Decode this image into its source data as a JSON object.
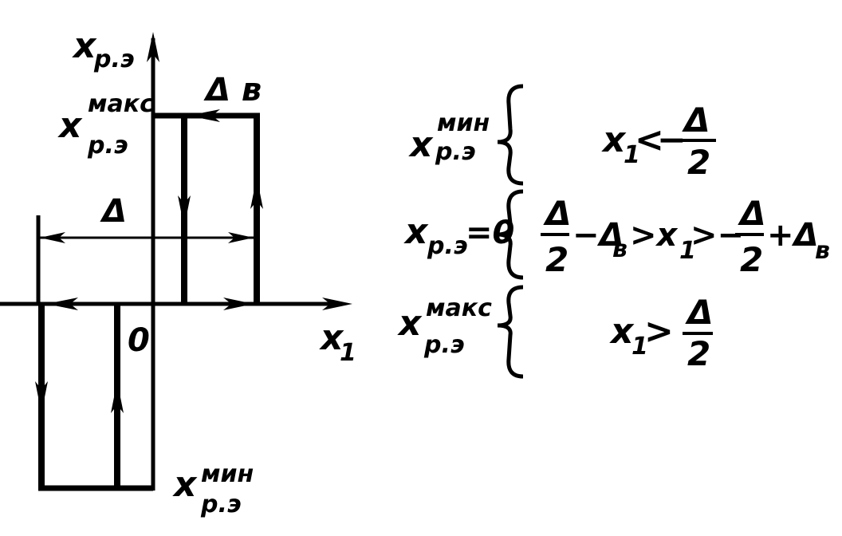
{
  "colors": {
    "ink": "#000000",
    "paper": "#ffffff"
  },
  "labels": {
    "y_axis": {
      "base": "x",
      "sub": "р.э"
    },
    "x_axis": {
      "base": "x",
      "sub": "1"
    },
    "origin": "0",
    "delta": "Δ",
    "delta_b": "Δ в",
    "xmax_left": {
      "base": "x",
      "sup": "макс",
      "sub": "р.э"
    },
    "xmin_bottom": {
      "base": "x",
      "sup": "мин",
      "sub": "р.э"
    }
  },
  "conditions": [
    {
      "lhs": {
        "base": "x",
        "sup": "мин",
        "sub": "р.э"
      },
      "rhs": "x₁ < −Δ/2"
    },
    {
      "lhs": "xр.э = 0",
      "rhs": "Δ/2 − Δв > x₁ > −Δ/2 + Δв"
    },
    {
      "lhs": {
        "base": "x",
        "sup": "макс",
        "sub": "р.э"
      },
      "rhs": "x₁ > Δ/2"
    }
  ],
  "render": {
    "eq1": {
      "x1": "x",
      "x1sub": "1",
      "lt": "<",
      "minus": "−",
      "num": "Δ",
      "den": "2"
    },
    "eq2": {
      "lhs_x": "x",
      "lhs_sub": "р.э",
      "lhs_eq": "=0",
      "num1": "Δ",
      "den1": "2",
      "m1": "−Δ",
      "m1sub": "в",
      "gt1": ">x",
      "x1sub": "1",
      "gt2": ">−",
      "num2": "Δ",
      "den2": "2",
      "plus": "+Δ",
      "plussub": "в"
    },
    "eq3": {
      "x1": "x",
      "x1sub": "1",
      "gt": ">",
      "num": "Δ",
      "den": "2"
    }
  }
}
